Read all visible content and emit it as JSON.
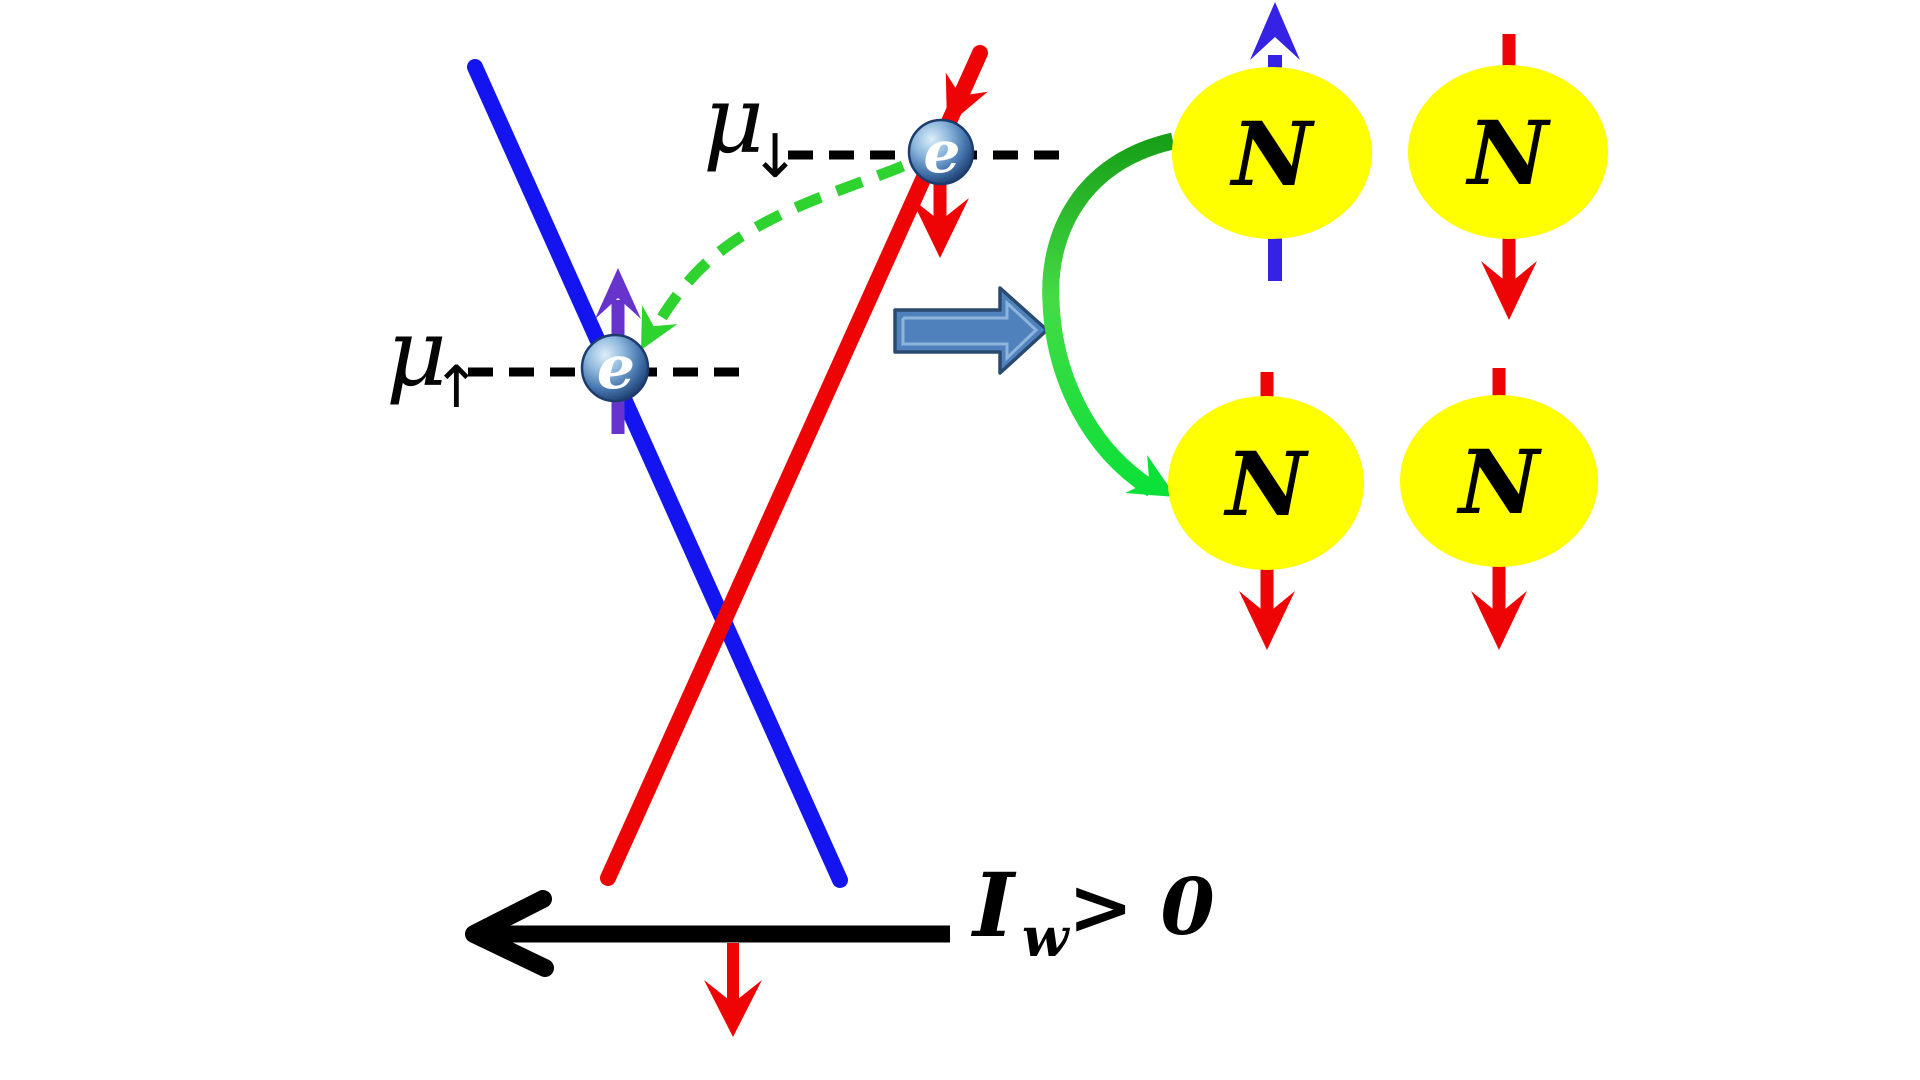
{
  "labels": {
    "mu_down": {
      "base": "μ",
      "sub": "↓"
    },
    "mu_up": {
      "base": "μ",
      "sub": "↑"
    },
    "electron_left": "e",
    "electron_right": "e",
    "current": {
      "base": "I",
      "sub": "w",
      "rest": "> 0"
    }
  },
  "nuclei": [
    {
      "label": "N",
      "spin": "up",
      "arrow_color": "#3522E4"
    },
    {
      "label": "N",
      "spin": "down",
      "arrow_color": "#EE0404"
    },
    {
      "label": "N",
      "spin": "down",
      "arrow_color": "#EE0404"
    },
    {
      "label": "N",
      "spin": "down",
      "arrow_color": "#EE0404"
    }
  ],
  "colors": {
    "red": "#EE0404",
    "blue": "#1414F0",
    "purple": "#6633CC",
    "violet_blue": "#3522E4",
    "green_dashed": "#2FD32F",
    "green_solid_dark": "#18A018",
    "green_solid_mid": "#45DB45",
    "green_solid_bright": "#0BE039",
    "yellow": "#FFFF00",
    "steel_blue": "#4F81BD",
    "steel_blue_dark": "#2A4A70",
    "steel_blue_light": "#8FB4DC",
    "black": "#000000",
    "white": "#FFFFFF",
    "sphere_light": "#DDEEF8",
    "sphere_mid": "#8FB9DD",
    "sphere_deep": "#4676AE",
    "sphere_dark": "#1C3C6E",
    "sphere_edge": "#25497E",
    "text_black": "#050505"
  }
}
